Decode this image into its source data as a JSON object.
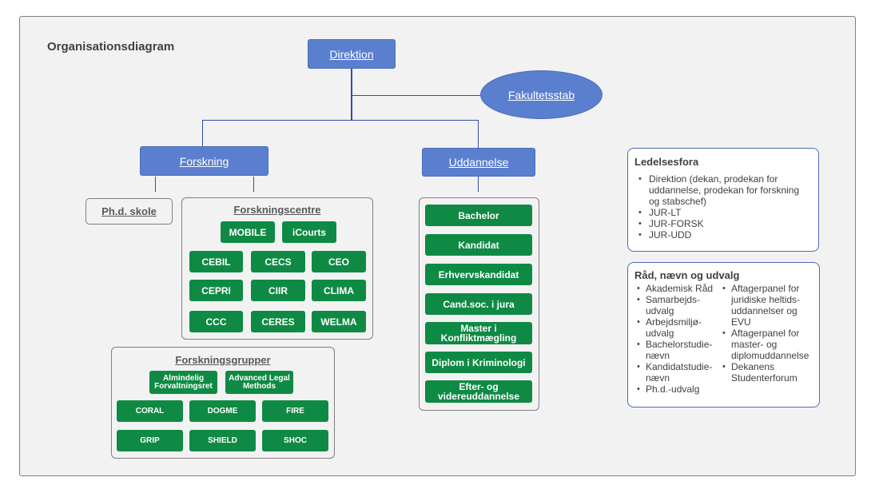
{
  "title": "Organisationsdiagram",
  "top": {
    "direktion": "Direktion",
    "fakultetsstab": "Fakultetsstab"
  },
  "branches": {
    "forskning": "Forskning",
    "uddannelse": "Uddannelse"
  },
  "phd": "Ph.d. skole",
  "forskningscentre": {
    "title": "Forskningscentre",
    "items": [
      "MOBILE",
      "iCourts",
      "CEBIL",
      "CECS",
      "CEO",
      "CEPRI",
      "CIIR",
      "CLIMA",
      "CCC",
      "CERES",
      "WELMA"
    ]
  },
  "forskningsgrupper": {
    "title": "Forskningsgrupper",
    "items": [
      "Almindelig Forvaltningsret",
      "Advanced Legal Methods",
      "CORAL",
      "DOGME",
      "FIRE",
      "GRIP",
      "SHIELD",
      "SHOC"
    ]
  },
  "uddannelser": [
    "Bachelor",
    "Kandidat",
    "Erhvervskandidat",
    "Cand.soc. i jura",
    "Master i Konfliktmægling",
    "Diplom i Kriminologi",
    "Efter- og videreuddannelse"
  ],
  "ledelsesfora": {
    "title": "Ledelsesfora",
    "items": [
      "Direktion (dekan, prodekan for uddannelse, prodekan for forskning og stabschef)",
      "JUR-LT",
      "JUR-FORSK",
      "JUR-UDD"
    ]
  },
  "raad": {
    "title": "Råd, nævn og udvalg",
    "left": [
      "Akademisk Råd",
      "Samarbejds-udvalg",
      "Arbejdsmiljø-udvalg",
      "Bachelorstudie-nævn",
      "Kandidatstudie-nævn",
      "Ph.d.-udvalg"
    ],
    "right": [
      "Aftagerpanel for juridiske heltids-uddannelser og EVU",
      "Aftagerpanel for master- og diplomuddannelse",
      "Dekanens Studenterforum"
    ]
  },
  "colors": {
    "blue": "#5b7fcf",
    "green": "#0f8a45",
    "line": "#2f4f9f"
  }
}
